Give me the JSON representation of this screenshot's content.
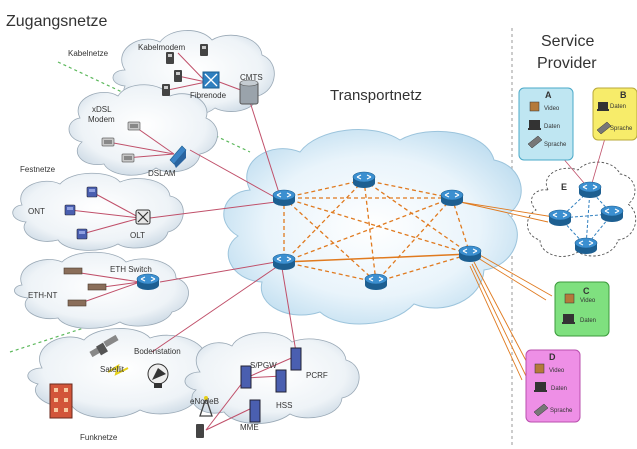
{
  "headings": {
    "access_networks": "Zugangsnetze",
    "transport_network": "Transportnetz",
    "service_provider_line1": "Service",
    "service_provider_line2": "Provider"
  },
  "access_clouds": {
    "cable": {
      "group_label": "Kabelnetze",
      "modem": "Kabelmodem",
      "fibrenode": "Fibrenode",
      "cmts": "CMTS"
    },
    "xdsl": {
      "modem_line1": "xDSL",
      "modem_line2": "Modem",
      "dslam": "DSLAM"
    },
    "fixed_label": "Festnetze",
    "fiber": {
      "ont": "ONT",
      "olt": "OLT"
    },
    "ethernet": {
      "switch": "ETH Switch",
      "nt": "ETH-NT"
    },
    "satellite": {
      "satellite": "Satellit",
      "ground_station": "Bodenstation"
    },
    "mobile": {
      "enodeb": "eNodeB",
      "spgw": "S/PGW",
      "pcrf": "PCRF",
      "hss": "HSS",
      "mme": "MME"
    },
    "radio_label": "Funknetze"
  },
  "providers": {
    "a": {
      "letter": "A",
      "items": [
        "Video",
        "Daten",
        "Sprache"
      ]
    },
    "b": {
      "letter": "B",
      "items": [
        "Daten",
        "Sprache"
      ]
    },
    "e": {
      "letter": "E"
    },
    "c": {
      "letter": "C",
      "items": [
        "Video",
        "Daten"
      ]
    },
    "d": {
      "letter": "D",
      "items": [
        "Video",
        "Daten",
        "Sprache"
      ]
    }
  },
  "colors": {
    "router_blue": "#2f7fbf",
    "mesh_orange": "#e07a1f",
    "access_link_red": "#c0506a",
    "provider_a": "#bfe6f2",
    "provider_b": "#f7ec6a",
    "provider_c": "#7fe07f",
    "provider_d": "#ee8fe6"
  }
}
